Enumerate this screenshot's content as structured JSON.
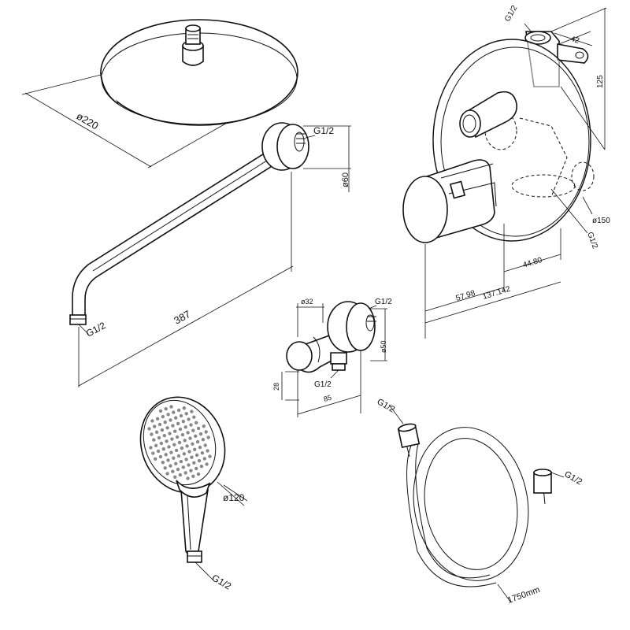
{
  "shower_head": {
    "diameter": "ø220"
  },
  "shower_arm": {
    "thread_wall": "G1/2",
    "flange_diameter": "ø60",
    "length": "387",
    "thread_outlet": "G1/2"
  },
  "wall_outlet": {
    "width_top": "ø32",
    "thread": "G1/2",
    "flange_diameter": "ø50",
    "height": "28",
    "thread_bottom": "G1/2",
    "depth": "85"
  },
  "mixer": {
    "thread_top": "G1/2",
    "width_top": "42",
    "height": "125",
    "plate_diameter": "ø150",
    "thread_side": "G1/2",
    "depth_1": "44.80",
    "depth_2": "57.98",
    "depth_total": "137.142"
  },
  "hand_shower": {
    "diameter": "ø120",
    "thread": "G1/2"
  },
  "hose": {
    "thread_left": "G1/2",
    "thread_right": "G1/2",
    "length": "1750mm"
  }
}
